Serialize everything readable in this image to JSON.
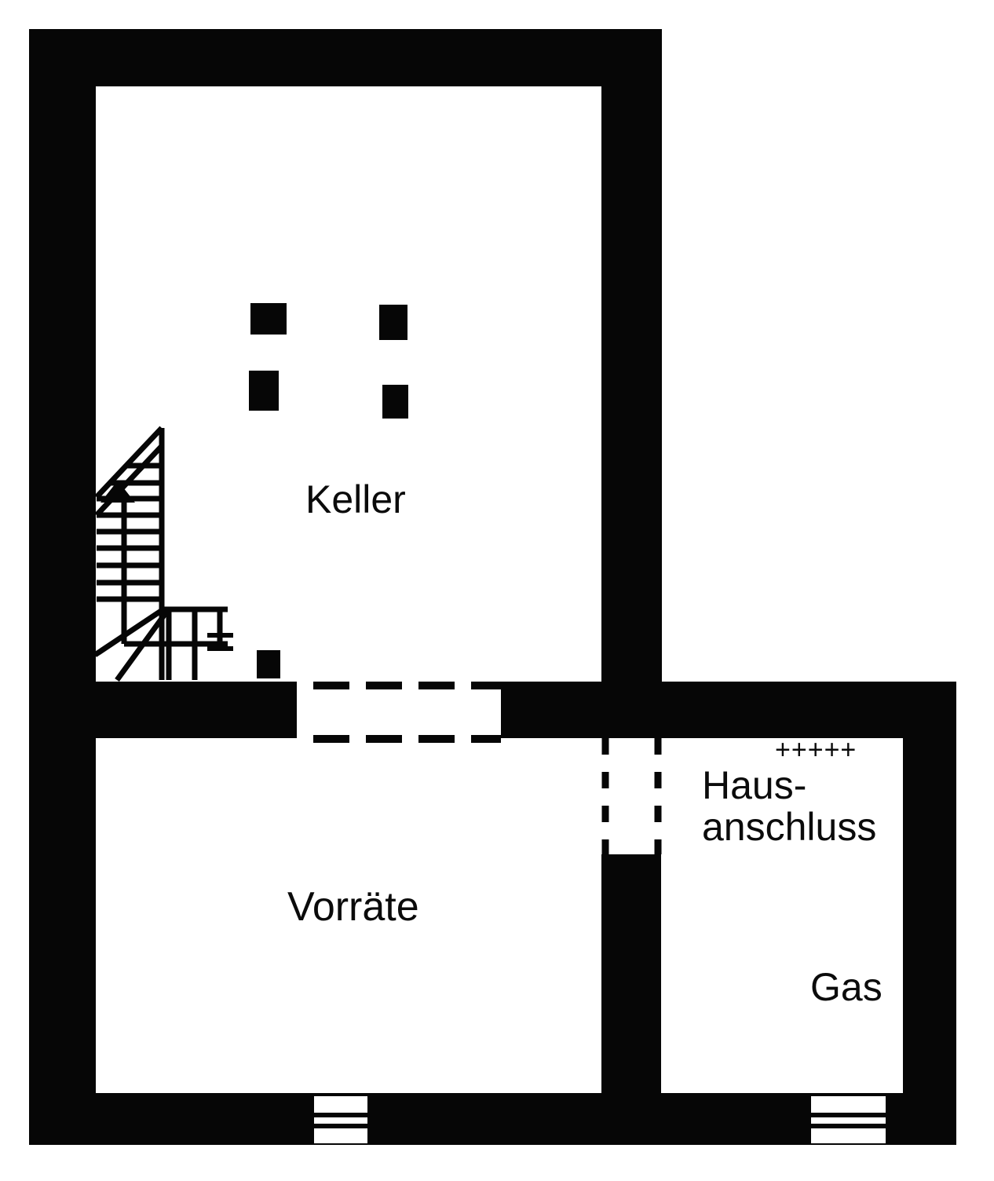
{
  "floorplan": {
    "colors": {
      "wall": "#060606",
      "background": "#ffffff",
      "text": "#0b0b0b"
    },
    "rooms": [
      {
        "id": "keller",
        "label": "Keller"
      },
      {
        "id": "vorraete",
        "label": "Vorräte"
      },
      {
        "id": "hausanschluss",
        "label_line1": "Haus-",
        "label_line2": "anschluss"
      },
      {
        "id": "gas",
        "label": "Gas"
      }
    ],
    "symbols": {
      "gas_connection_marks": "+++++"
    }
  }
}
